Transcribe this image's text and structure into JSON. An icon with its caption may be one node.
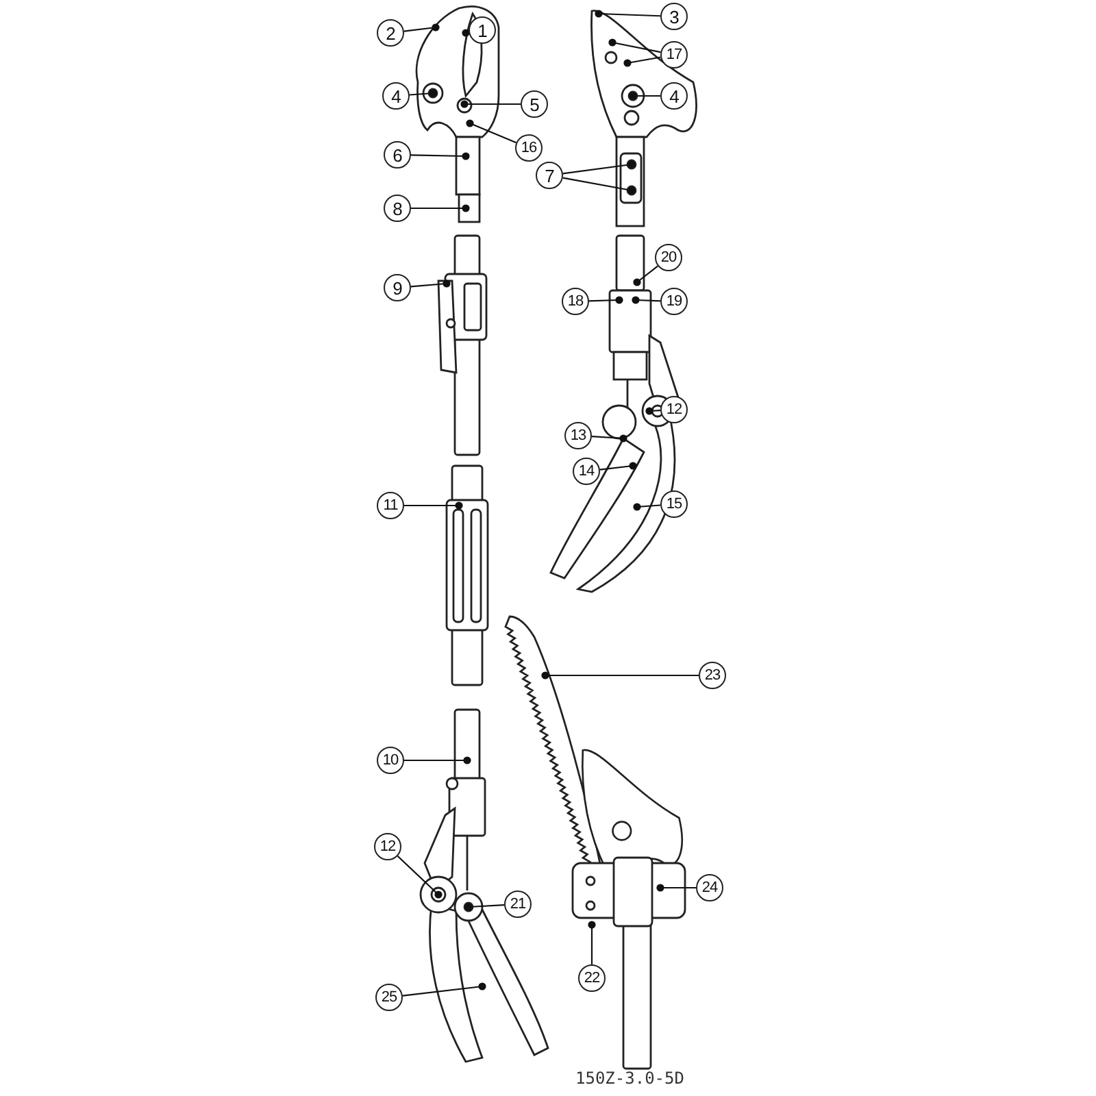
{
  "diagram": {
    "nodes": [
      {
        "text": [
          "2"
        ]
      },
      {
        "text": [
          "1"
        ]
      },
      {
        "text": [
          "3"
        ]
      },
      {
        "text": [
          "17"
        ]
      },
      {
        "text": [
          "4"
        ]
      },
      {
        "text": [
          "5"
        ]
      },
      {
        "text": [
          "4"
        ]
      },
      {
        "text": [
          "16"
        ]
      },
      {
        "text": [
          "6"
        ]
      },
      {
        "text": [
          "7"
        ]
      },
      {
        "text": [
          "8"
        ]
      },
      {
        "text": [
          "20"
        ]
      },
      {
        "text": [
          "9"
        ]
      },
      {
        "text": [
          "18"
        ]
      },
      {
        "text": [
          "19"
        ]
      },
      {
        "text": [
          "12"
        ]
      },
      {
        "text": [
          "13"
        ]
      },
      {
        "text": [
          "14"
        ]
      },
      {
        "text": [
          "11"
        ]
      },
      {
        "text": [
          "15"
        ]
      },
      {
        "text": [
          "23"
        ]
      },
      {
        "text": [
          "10"
        ]
      },
      {
        "text": [
          "12"
        ]
      },
      {
        "text": [
          "24"
        ]
      },
      {
        "text": [
          "21"
        ]
      },
      {
        "text": [
          "22"
        ]
      },
      {
        "text": [
          "25"
        ]
      }
    ],
    "edges": [
      {
        "from": 0,
        "to": null,
        "arrow": "other"
      },
      {
        "from": 1,
        "to": null,
        "arrow": "other"
      },
      {
        "from": 2,
        "to": null,
        "arrow": "other"
      },
      {
        "from": 3,
        "to": null,
        "arrow": "other"
      },
      {
        "from": 3,
        "to": null,
        "arrow": "other"
      },
      {
        "from": 4,
        "to": null,
        "arrow": "other"
      },
      {
        "from": 5,
        "to": null,
        "arrow": "other"
      },
      {
        "from": 6,
        "to": null,
        "arrow": "other"
      },
      {
        "from": 7,
        "to": null,
        "arrow": "other"
      },
      {
        "from": 8,
        "to": null,
        "arrow": "other"
      },
      {
        "from": 9,
        "to": null,
        "arrow": "other"
      },
      {
        "from": 9,
        "to": null,
        "arrow": "other"
      },
      {
        "from": 10,
        "to": null,
        "arrow": "other"
      },
      {
        "from": 11,
        "to": null,
        "arrow": "other"
      },
      {
        "from": 12,
        "to": null,
        "arrow": "other"
      },
      {
        "from": 13,
        "to": null,
        "arrow": "other"
      },
      {
        "from": 14,
        "to": null,
        "arrow": "other"
      },
      {
        "from": 15,
        "to": null,
        "arrow": "other"
      },
      {
        "from": 16,
        "to": null,
        "arrow": "other"
      },
      {
        "from": 17,
        "to": null,
        "arrow": "other"
      },
      {
        "from": 18,
        "to": null,
        "arrow": "other"
      },
      {
        "from": 19,
        "to": null,
        "arrow": "other"
      },
      {
        "from": 20,
        "to": null,
        "arrow": "other"
      },
      {
        "from": 21,
        "to": null,
        "arrow": "other"
      },
      {
        "from": 22,
        "to": null,
        "arrow": "other"
      },
      {
        "from": 23,
        "to": null,
        "arrow": "other"
      },
      {
        "from": 24,
        "to": null,
        "arrow": "other"
      },
      {
        "from": 25,
        "to": null,
        "arrow": "other"
      },
      {
        "from": 26,
        "to": null,
        "arrow": "other"
      }
    ],
    "labels": [
      "150Z-3.0-5D"
    ]
  }
}
